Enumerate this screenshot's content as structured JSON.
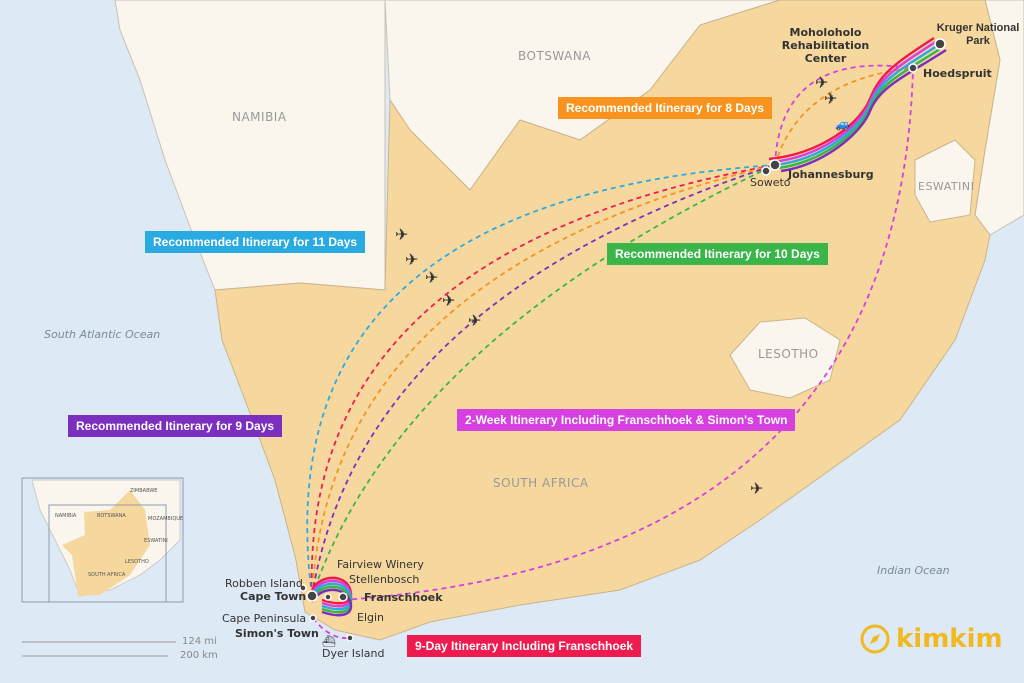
{
  "countries": {
    "namibia": "NAMIBIA",
    "botswana": "BOTSWANA",
    "eswatini": "ESWATINI",
    "lesotho": "LESOTHO",
    "south_africa": "SOUTH AFRICA"
  },
  "oceans": {
    "atlantic": "South Atlantic Ocean",
    "indian": "Indian Ocean"
  },
  "itineraries": [
    {
      "label": "Recommended Itinerary for 8 Days",
      "color": "#f7931e"
    },
    {
      "label": "Recommended Itinerary for 11 Days",
      "color": "#29abe2"
    },
    {
      "label": "Recommended Itinerary for 10 Days",
      "color": "#39b54a"
    },
    {
      "label": "Recommended Itinerary for 9 Days",
      "color": "#7b2fbe"
    },
    {
      "label": "2-Week Itinerary Including Franschhoek & Simon's Town",
      "color": "#d63fe0"
    },
    {
      "label": "9-Day Itinerary Including Franschhoek",
      "color": "#ee1c4e"
    }
  ],
  "places": {
    "kruger": "Kruger National Park",
    "moholoholo": "Moholoholo Rehabilitation Center",
    "hoedspruit": "Hoedspruit",
    "soweto": "Soweto",
    "johannesburg": "Johannesburg",
    "fairview": "Fairview Winery",
    "stellenbosch": "Stellenbosch",
    "robben": "Robben Island",
    "capetown": "Cape Town",
    "franschhoek": "Franschhoek",
    "peninsula": "Cape Peninsula",
    "elgin": "Elgin",
    "simons": "Simon's Town",
    "dyer": "Dyer Island"
  },
  "inset": {
    "zimbabwe": "ZIMBABWE",
    "namibia": "NAMIBIA",
    "botswana": "BOTSWANA",
    "mozambique": "MOZAMBIQUE",
    "eswatini": "ESWATINI",
    "lesotho": "LESOTHO",
    "south_africa": "SOUTH AFRICA"
  },
  "scale": {
    "miles": "124 mi",
    "km": "200 km"
  },
  "logo": "kimkim"
}
